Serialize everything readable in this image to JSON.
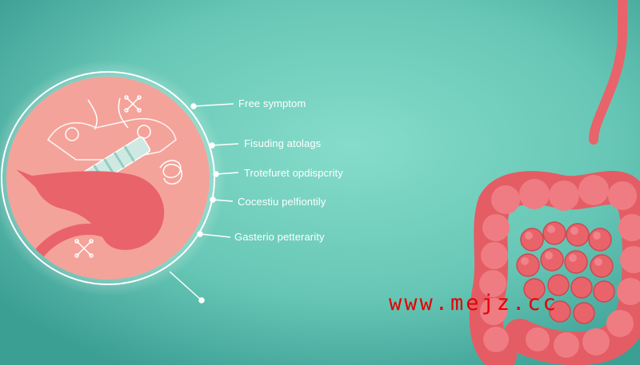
{
  "colors": {
    "background_center": "#7fd9c6",
    "background_edge": "#3fa59a",
    "circle_fill": "#f4a39a",
    "circle_ring": "#ffffff",
    "organ": "#e9636a",
    "organ_dark": "#c94a52",
    "organ_light": "#f49aa0",
    "leader_line": "#ffffff",
    "watermark": "#e60000"
  },
  "labels": [
    "Free symptom",
    "Fisuding atolags",
    "Trotefuret opdispcrity",
    "Cocestiu pelfiontily",
    "Gasterio petterarity"
  ],
  "watermark": "www.mejz.cc",
  "icons": [
    "cross-marker-icon",
    "scissors-icon"
  ]
}
